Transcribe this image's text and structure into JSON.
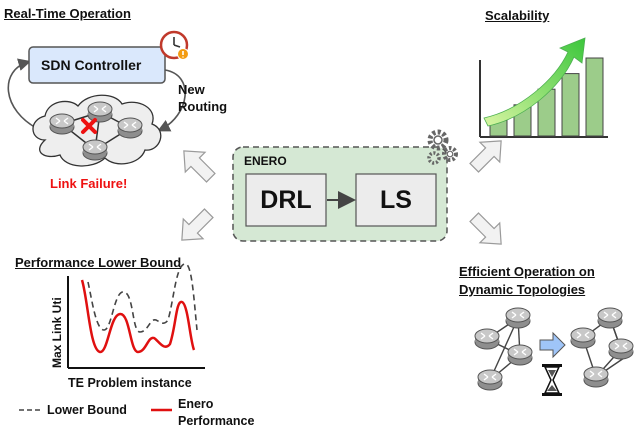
{
  "sections": {
    "realtime": {
      "title": "Real-Time Operation",
      "controller": "SDN Controller",
      "new_routing": "New\nRouting",
      "link_failure": "Link Failure!"
    },
    "scalability": {
      "title": "Scalability",
      "bars": [
        1,
        2,
        3,
        4,
        5
      ]
    },
    "enero": {
      "title": "ENERO",
      "drl": "DRL",
      "ls": "LS"
    },
    "lower_bound": {
      "title": "Performance Lower Bound",
      "ylabel": "Max Link Uti",
      "xlabel": "TE Problem instance",
      "legend_lower": "Lower Bound",
      "legend_enero": "Enero\nPerformance"
    },
    "dynamic": {
      "title": "Efficient Operation on\nDynamic Topologies"
    }
  },
  "colors": {
    "controller_fill": "#dae8fc",
    "controller_stroke": "#6c8ebf",
    "enero_fill": "#d5e8d4",
    "enero_stroke": "#82b366",
    "bar_fill": "#9ccc8a",
    "link_failure": "#ee1111",
    "enero_line": "#e01010",
    "arrow_fill": "#f2f2f2",
    "arrow_stroke": "#9a9a9a",
    "router_fill": "#c8c8c8"
  },
  "icons": [
    "clock-icon",
    "gear-icon",
    "router-icon",
    "hourglass-icon",
    "growth-arrow-icon",
    "failure-cross-icon"
  ]
}
